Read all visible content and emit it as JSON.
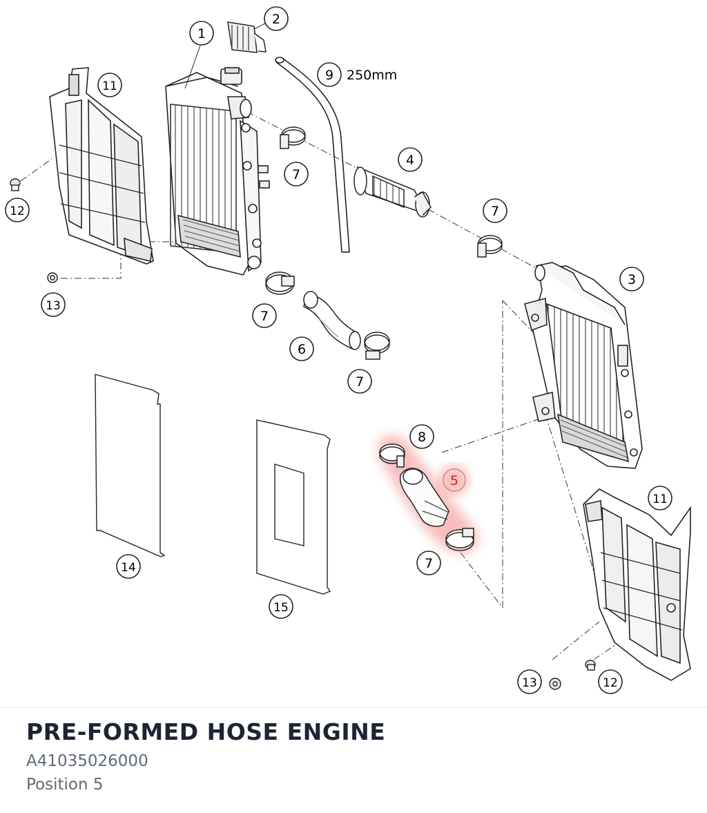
{
  "callouts": {
    "c1": "1",
    "c2": "2",
    "c3": "3",
    "c4": "4",
    "c5": "5",
    "c6": "6",
    "c7a": "7",
    "c7b": "7",
    "c7c": "7",
    "c7d": "7",
    "c7e": "7",
    "c8": "8",
    "c9": "9",
    "c11a": "11",
    "c11b": "11",
    "c12a": "12",
    "c12b": "12",
    "c13a": "13",
    "c13b": "13",
    "c14": "14",
    "c15": "15"
  },
  "hose_length": "250mm",
  "highlight_color": "#f08a8a",
  "caption": {
    "title": "PRE-FORMED HOSE ENGINE",
    "part_number": "A41035026000",
    "position": "Position 5"
  }
}
